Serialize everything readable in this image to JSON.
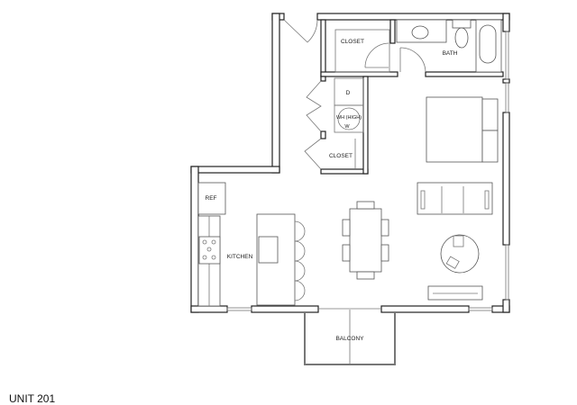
{
  "plan": {
    "unit_title": "UNIT 201",
    "rooms": {
      "closet_top": "CLOSET",
      "bath": "BATH",
      "dryer": "D",
      "water_heater": "WH (HIGH)",
      "washer": "W",
      "closet_lower": "CLOSET",
      "refrigerator": "REF",
      "kitchen": "KITCHEN",
      "balcony": "BALCONY"
    }
  }
}
